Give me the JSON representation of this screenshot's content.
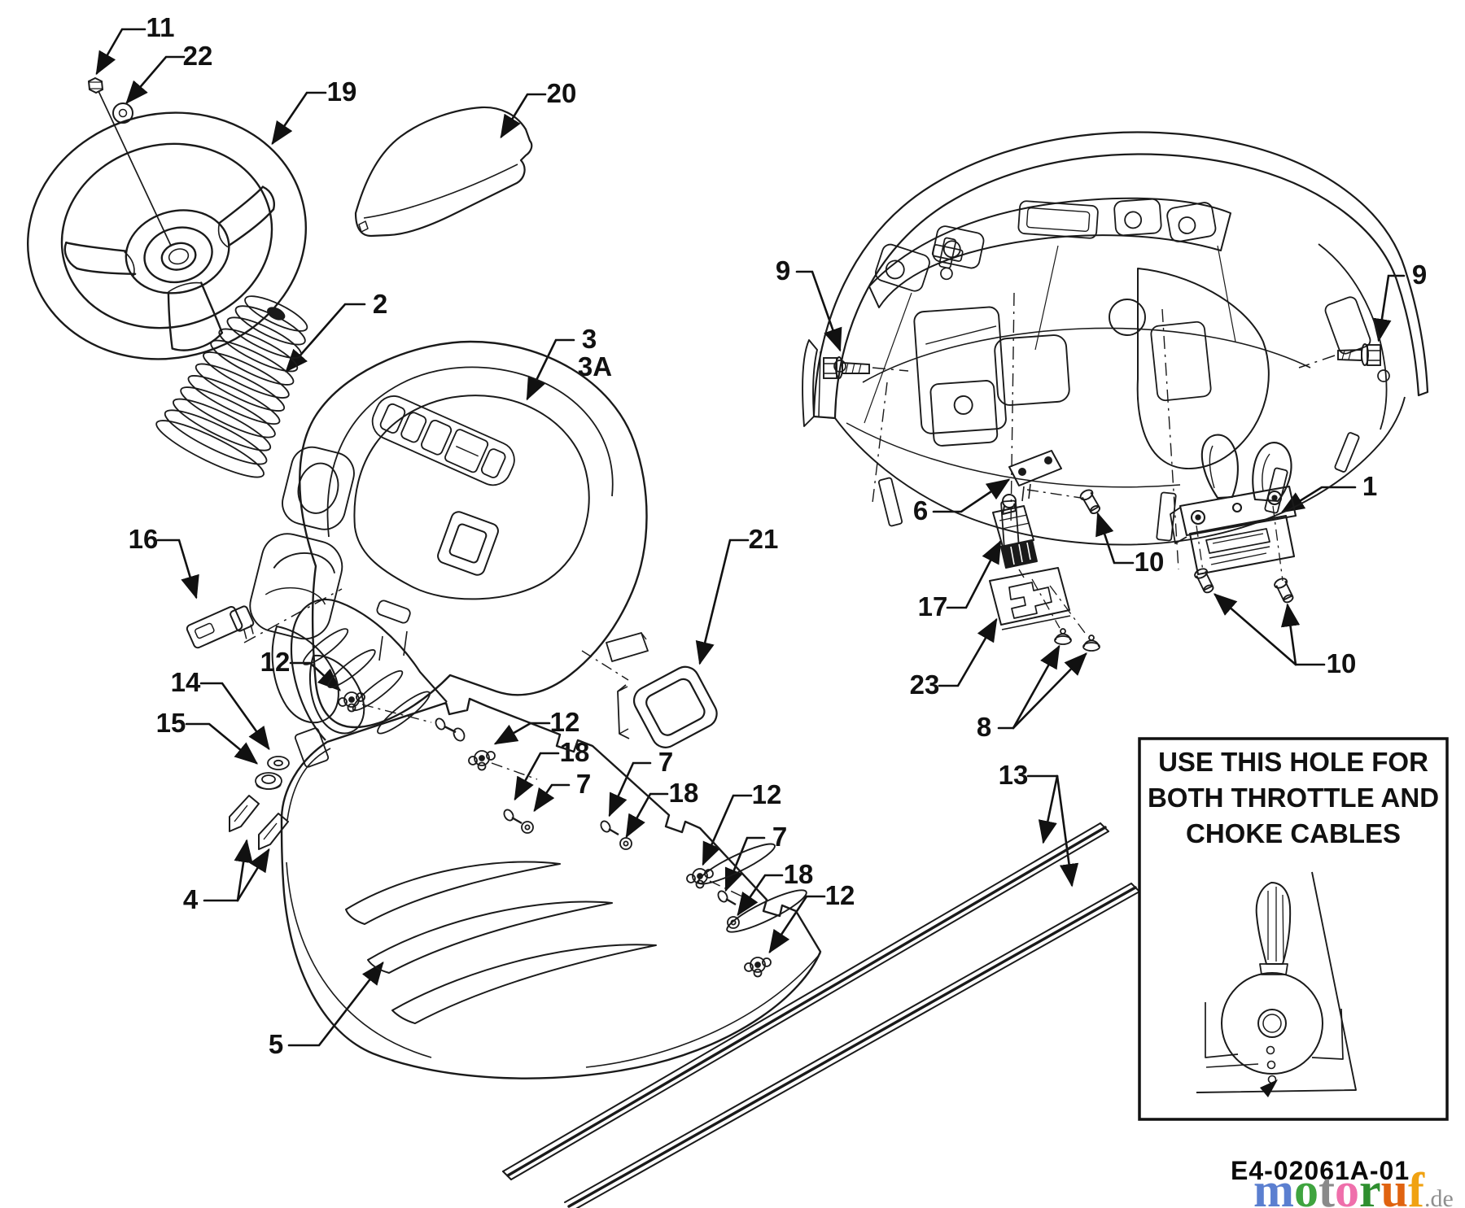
{
  "diagram": {
    "code": "E4-02061A-01",
    "note": {
      "line1": "USE THIS HOLE FOR",
      "line2": "BOTH THROTTLE AND",
      "line3": "CHOKE CABLES"
    },
    "callouts": {
      "n1": "1",
      "n2": "2",
      "n3": "3",
      "n3a": "3A",
      "n4": "4",
      "n5": "5",
      "n6": "6",
      "n7": "7",
      "n8": "8",
      "n9": "9",
      "n10": "10",
      "n11": "11",
      "n12": "12",
      "n13": "13",
      "n14": "14",
      "n15": "15",
      "n16": "16",
      "n17": "17",
      "n18": "18",
      "n19": "19",
      "n20": "20",
      "n21": "21",
      "n22": "22",
      "n23": "23"
    },
    "watermark": {
      "letters": [
        {
          "ch": "m",
          "color": "#5b7fd0"
        },
        {
          "ch": "o",
          "color": "#3fa43f"
        },
        {
          "ch": "t",
          "color": "#8a8a8a"
        },
        {
          "ch": "o",
          "color": "#ef6fab"
        },
        {
          "ch": "r",
          "color": "#2f8f2f"
        },
        {
          "ch": "u",
          "color": "#e06310"
        },
        {
          "ch": "f",
          "color": "#f0a212"
        }
      ],
      "suffix": ".de",
      "suffix_color": "#8f8f8f",
      "ink": "#0a0a0a"
    }
  }
}
